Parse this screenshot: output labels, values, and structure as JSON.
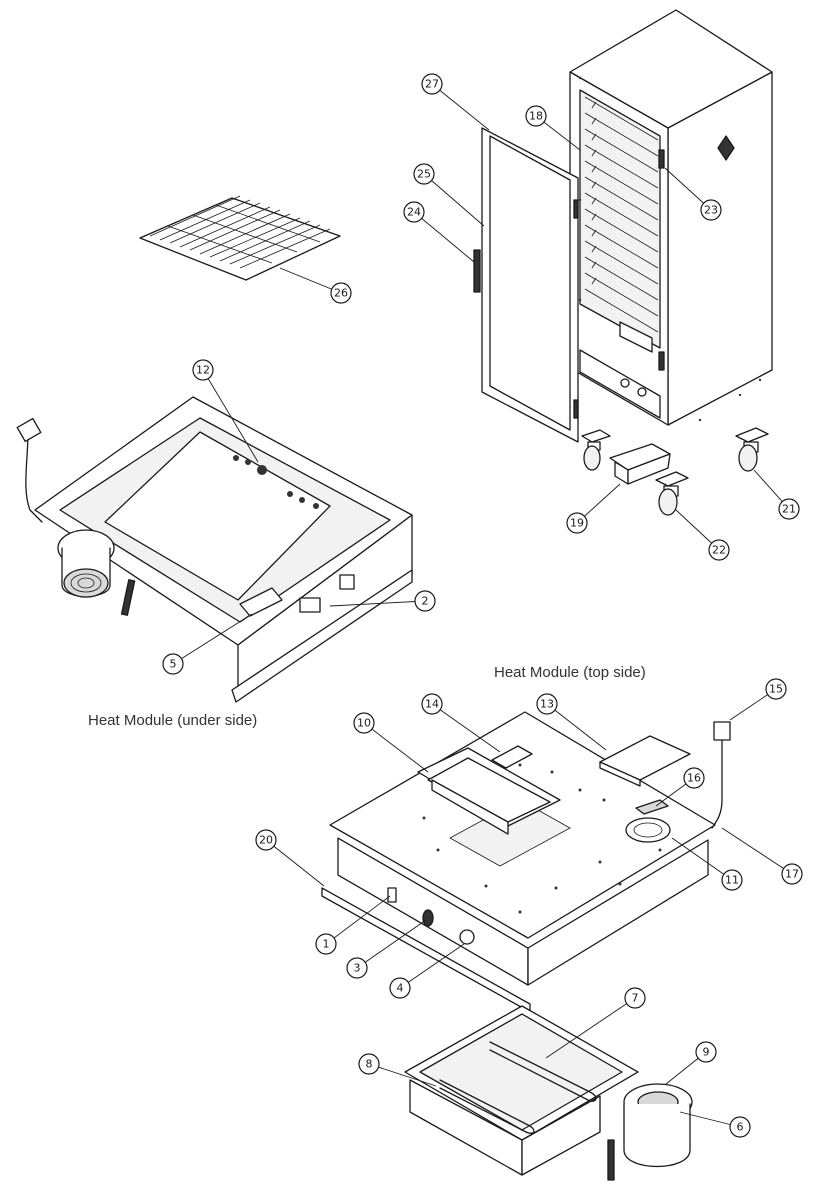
{
  "captions": {
    "top_side": "Heat Module (top side)",
    "under_side": "Heat Module (under side)"
  },
  "callouts": [
    "1",
    "2",
    "3",
    "4",
    "5",
    "6",
    "7",
    "8",
    "9",
    "10",
    "11",
    "12",
    "13",
    "14",
    "15",
    "16",
    "17",
    "18",
    "19",
    "20",
    "21",
    "22",
    "23",
    "24",
    "25",
    "26",
    "27"
  ]
}
